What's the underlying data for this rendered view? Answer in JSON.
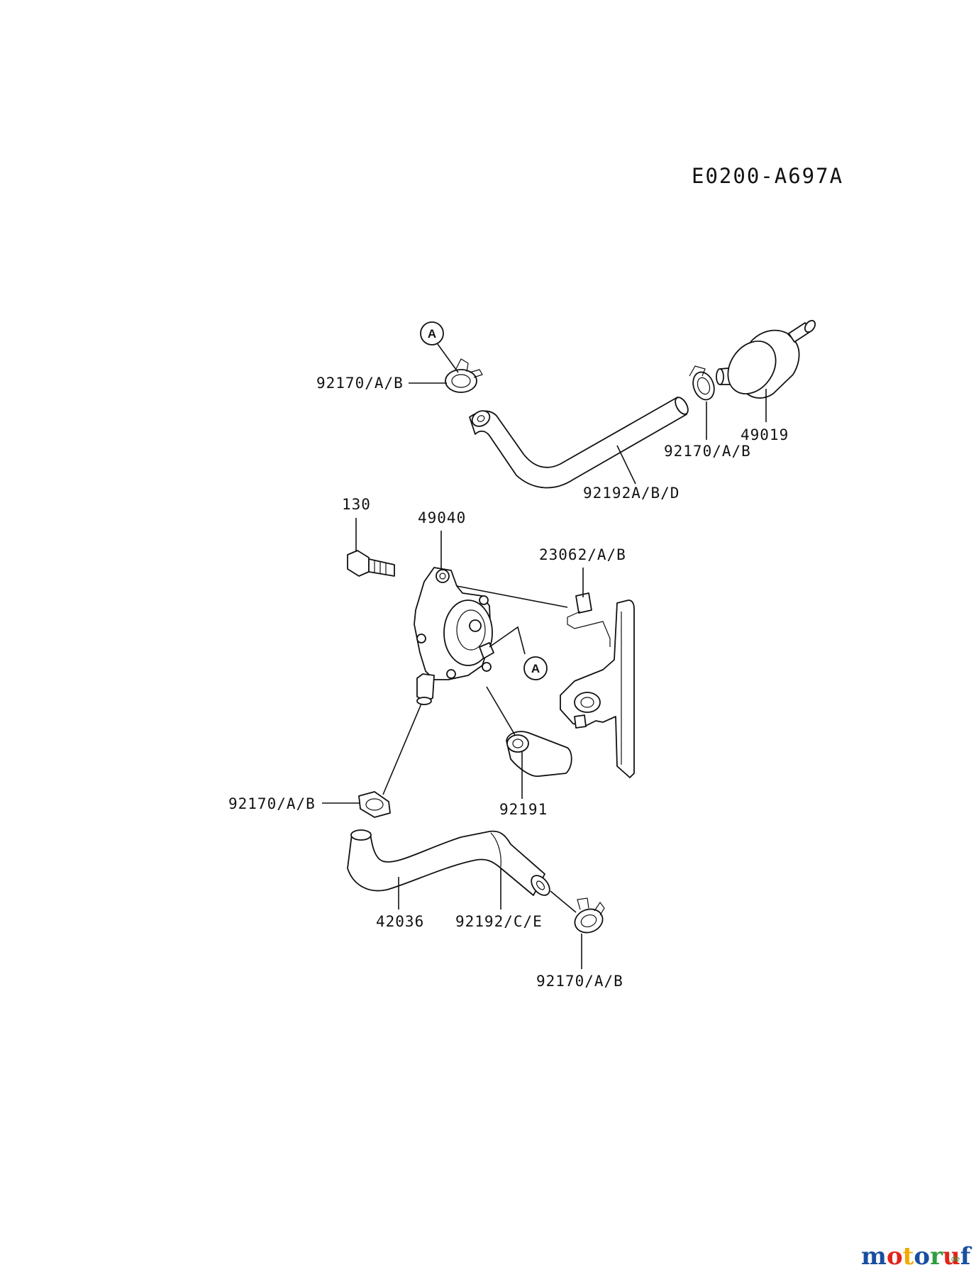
{
  "diagram_code": "E0200-A697A",
  "callout_marker": "A",
  "labels": {
    "clamp_top_left": "92170/A/B",
    "clamp_top_right": "92170/A/B",
    "filter": "49019",
    "hose_top": "92192A/B/D",
    "bolt": "130",
    "pump": "49040",
    "bracket": "23062/A/B",
    "clamp_mid_left": "92170/A/B",
    "cap": "92191",
    "hose_bottom_left": "42036",
    "hose_bottom_right": "92192/C/E",
    "clamp_bottom": "92170/A/B"
  },
  "watermark": {
    "text": "motoruf",
    "suffix": ".de",
    "colors": [
      "#1a4fa0",
      "#e2231a",
      "#f2a900",
      "#1a4fa0",
      "#2e9e3e",
      "#e2231a",
      "#1a4fa0"
    ]
  }
}
